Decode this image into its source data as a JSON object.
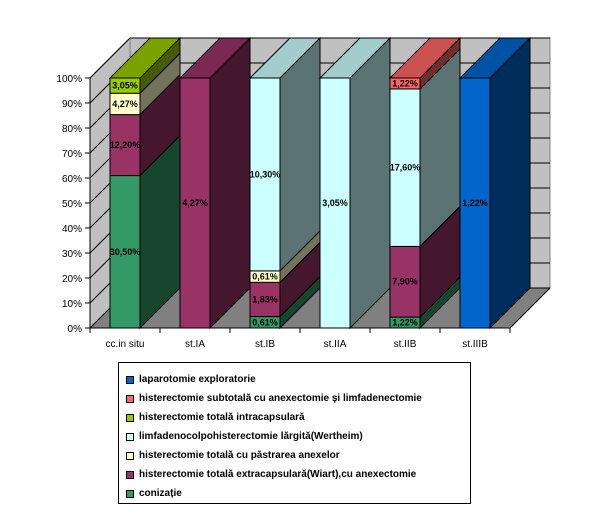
{
  "chart_data": {
    "type": "bar",
    "stacked": true,
    "percent_stacked": true,
    "three_d": true,
    "categories": [
      "cc.in situ",
      "st.IA",
      "st.IB",
      "st.IIA",
      "st.IIB",
      "st.IIIB"
    ],
    "y_ticks": [
      "0%",
      "10%",
      "20%",
      "30%",
      "40%",
      "50%",
      "60%",
      "70%",
      "80%",
      "90%",
      "100%"
    ],
    "ylim": [
      0,
      100
    ],
    "grid": true,
    "legend_position": "bottom",
    "series": [
      {
        "name": "conizație",
        "color": "#339966",
        "values": [
          30.5,
          0,
          0.61,
          0,
          1.22,
          0
        ],
        "labels": [
          "30,50%",
          "",
          "0,61%",
          "",
          "1,22%",
          ""
        ]
      },
      {
        "name": "histerectomie totală extracapsulară(Wiart),cu anexectomie",
        "color": "#993366",
        "values": [
          12.2,
          4.27,
          1.83,
          0,
          7.9,
          0
        ],
        "labels": [
          "12,20%",
          "4,27%",
          "1,83%",
          "",
          "7,90%",
          ""
        ]
      },
      {
        "name": "histerectomie totală cu păstrarea anexelor",
        "color": "#FFFFCC",
        "values": [
          4.27,
          0,
          0.61,
          0,
          0,
          0
        ],
        "labels": [
          "4,27%",
          "",
          "0,61%",
          "",
          "",
          ""
        ]
      },
      {
        "name": "limfadenocolpohisterectomie lărgită(Wertheim)",
        "color": "#CCFFFF",
        "values": [
          0,
          0,
          10.3,
          3.05,
          17.6,
          0
        ],
        "labels": [
          "",
          "",
          "10,30%",
          "3,05%",
          "17,60%",
          ""
        ]
      },
      {
        "name": "histerectomie totală intracapsulară",
        "color": "#99CC00",
        "values": [
          3.05,
          0,
          0,
          0,
          0,
          0
        ],
        "labels": [
          "3,05%",
          "",
          "",
          "",
          "",
          ""
        ]
      },
      {
        "name": "histerectomie subtotală cu anexectomie și limfadenectomie",
        "color": "#FF6666",
        "values": [
          0,
          0,
          0,
          0,
          1.22,
          0
        ],
        "labels": [
          "",
          "",
          "",
          "",
          "1,22%",
          ""
        ]
      },
      {
        "name": "laparotomie exploratorie",
        "color": "#0066CC",
        "values": [
          0,
          0,
          0,
          0,
          0,
          1.22
        ],
        "labels": [
          "",
          "",
          "",
          "",
          "",
          "1,22%"
        ]
      }
    ]
  },
  "legend_order": [
    6,
    5,
    4,
    3,
    2,
    1,
    0
  ]
}
